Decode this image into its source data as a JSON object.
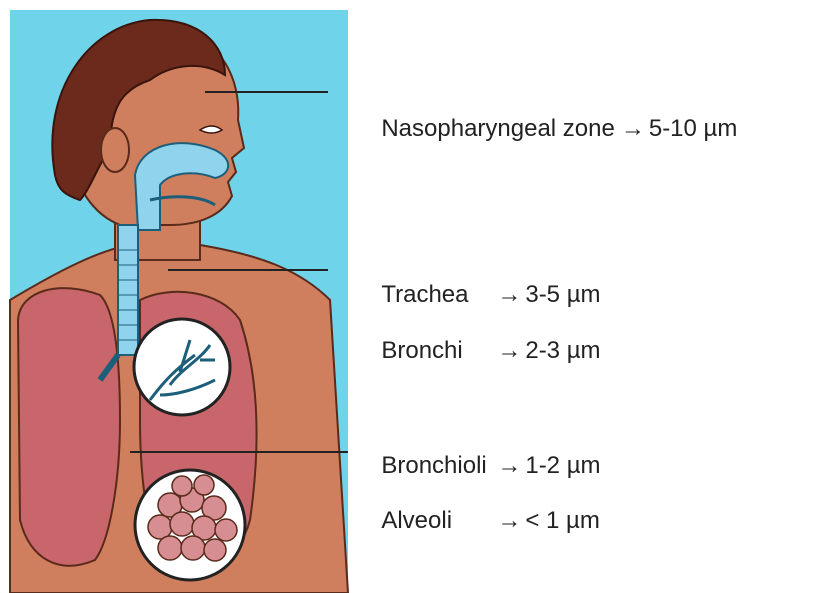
{
  "labels": [
    {
      "name": "Nasopharyngeal zone",
      "size": "5-10 µm"
    },
    {
      "name": "Trachea",
      "size": "3-5 µm"
    },
    {
      "name": "Bronchi",
      "size": "2-3 µm"
    },
    {
      "name": "Bronchioli",
      "size": "1-2 µm"
    },
    {
      "name": "Alveoli",
      "size": "< 1 µm"
    }
  ],
  "arrow": "→",
  "colors": {
    "background": "#6fd3ea",
    "skin": "#cf7f5d",
    "hair": "#6b2a1c",
    "airway": "#8fd3ec",
    "lung": "#c8666b",
    "alveoli": "#d78e92"
  }
}
